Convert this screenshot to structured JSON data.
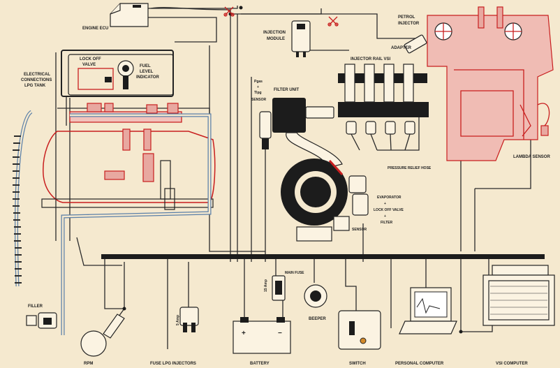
{
  "labels": {
    "engine_ecu": "ENGINE ECU",
    "injection_module_1": "INJECTION",
    "injection_module_2": "MODULE",
    "petrol_injector_1": "PETROL",
    "petrol_injector_2": "INJECTOR",
    "adapter": "ADAPTER",
    "injector_rail": "INJECTOR RAIL VSI",
    "lock_off_valve_1": "LOCK OFF",
    "lock_off_valve_2": "VALVE",
    "fuel_level_1": "FUEL",
    "fuel_level_2": "LEVEL",
    "fuel_level_3": "INDICATOR",
    "electrical_1": "ELECTRICAL",
    "electrical_2": "CONNECTIONS",
    "electrical_3": "LPG TANK",
    "pgas_1": "Pgas",
    "pgas_2": "+",
    "pgas_3": "Tlpg",
    "pgas_4": "SENSOR",
    "filter_unit": "FILTER UNIT",
    "pressure_relief": "PRESSURE RELIEF HOSE",
    "lambda_sensor": "LAMBDA SENSOR",
    "evaporator_1": "EVAPORATOR",
    "evaporator_2": "+",
    "evaporator_3": "LOCK OFF VALVE",
    "evaporator_4": "+",
    "evaporator_5": "FILTER",
    "sensor": "SENSOR",
    "main_fuse": "MAIN FUSE",
    "amp_15": "15 Amp",
    "amp_5": "5 Amp",
    "filler": "FILLER",
    "beeper": "BEEPER",
    "rpm": "RPM",
    "fuse_lpg": "FUSE LPG INJECTORS",
    "battery": "BATTERY",
    "switch": "SWITCH",
    "personal_computer": "PERSONAL COMPUTER",
    "vsi_computer": "VSI COMPUTER"
  },
  "colors": {
    "background": "#f5e9cf",
    "wire": "#2a2a2a",
    "gas_line": "#c81e1e",
    "hose": "#5a7fa8"
  }
}
